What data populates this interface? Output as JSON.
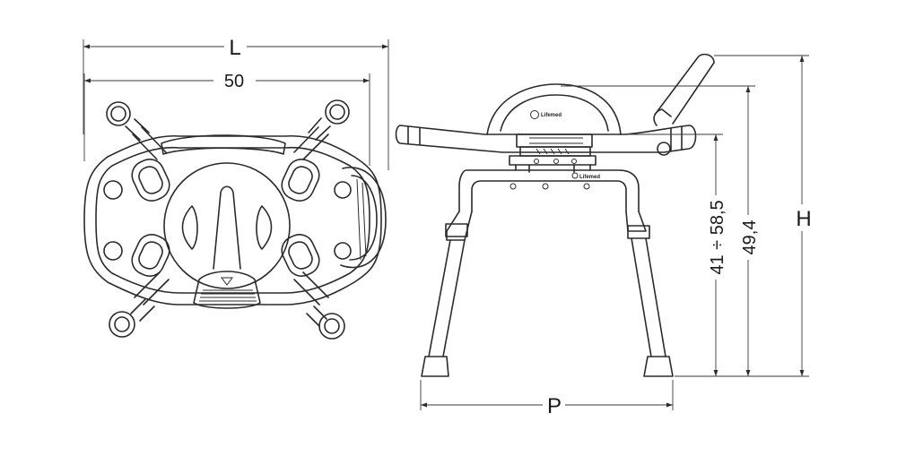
{
  "dimensions": {
    "overall_length": "L",
    "seat_width": "50",
    "overall_height": "H",
    "seat_height_total": "49,4",
    "seat_height_range": "41 ÷ 58,5",
    "depth": "P"
  },
  "brand_logo_text": "Lifemed",
  "colors": {
    "line": "#2b2b2b",
    "background": "#ffffff"
  }
}
